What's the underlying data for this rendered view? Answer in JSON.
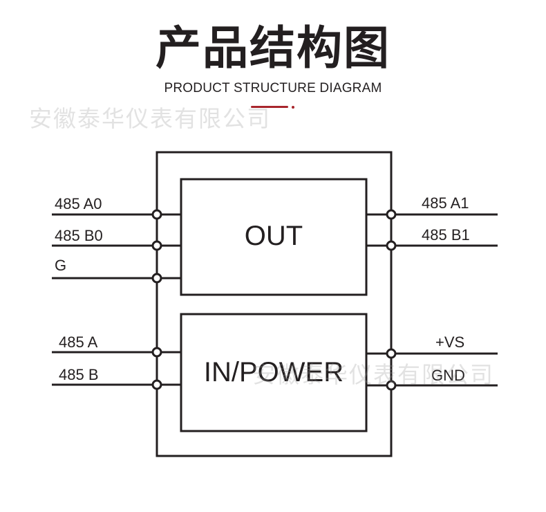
{
  "title": {
    "zh": "产品结构图",
    "en": "PRODUCT STRUCTURE DIAGRAM"
  },
  "watermark": "安徽泰华仪表有限公司",
  "blocks": {
    "out": "OUT",
    "in_power": "IN/POWER"
  },
  "pins": {
    "left": [
      "485 A0",
      "485 B0",
      "G",
      "485 A",
      "485 B"
    ],
    "right": [
      "485 A1",
      "485 B1",
      "+VS",
      "GND"
    ]
  },
  "colors": {
    "line": "#231f20",
    "accent": "#a8252c",
    "watermark": "#969696"
  }
}
